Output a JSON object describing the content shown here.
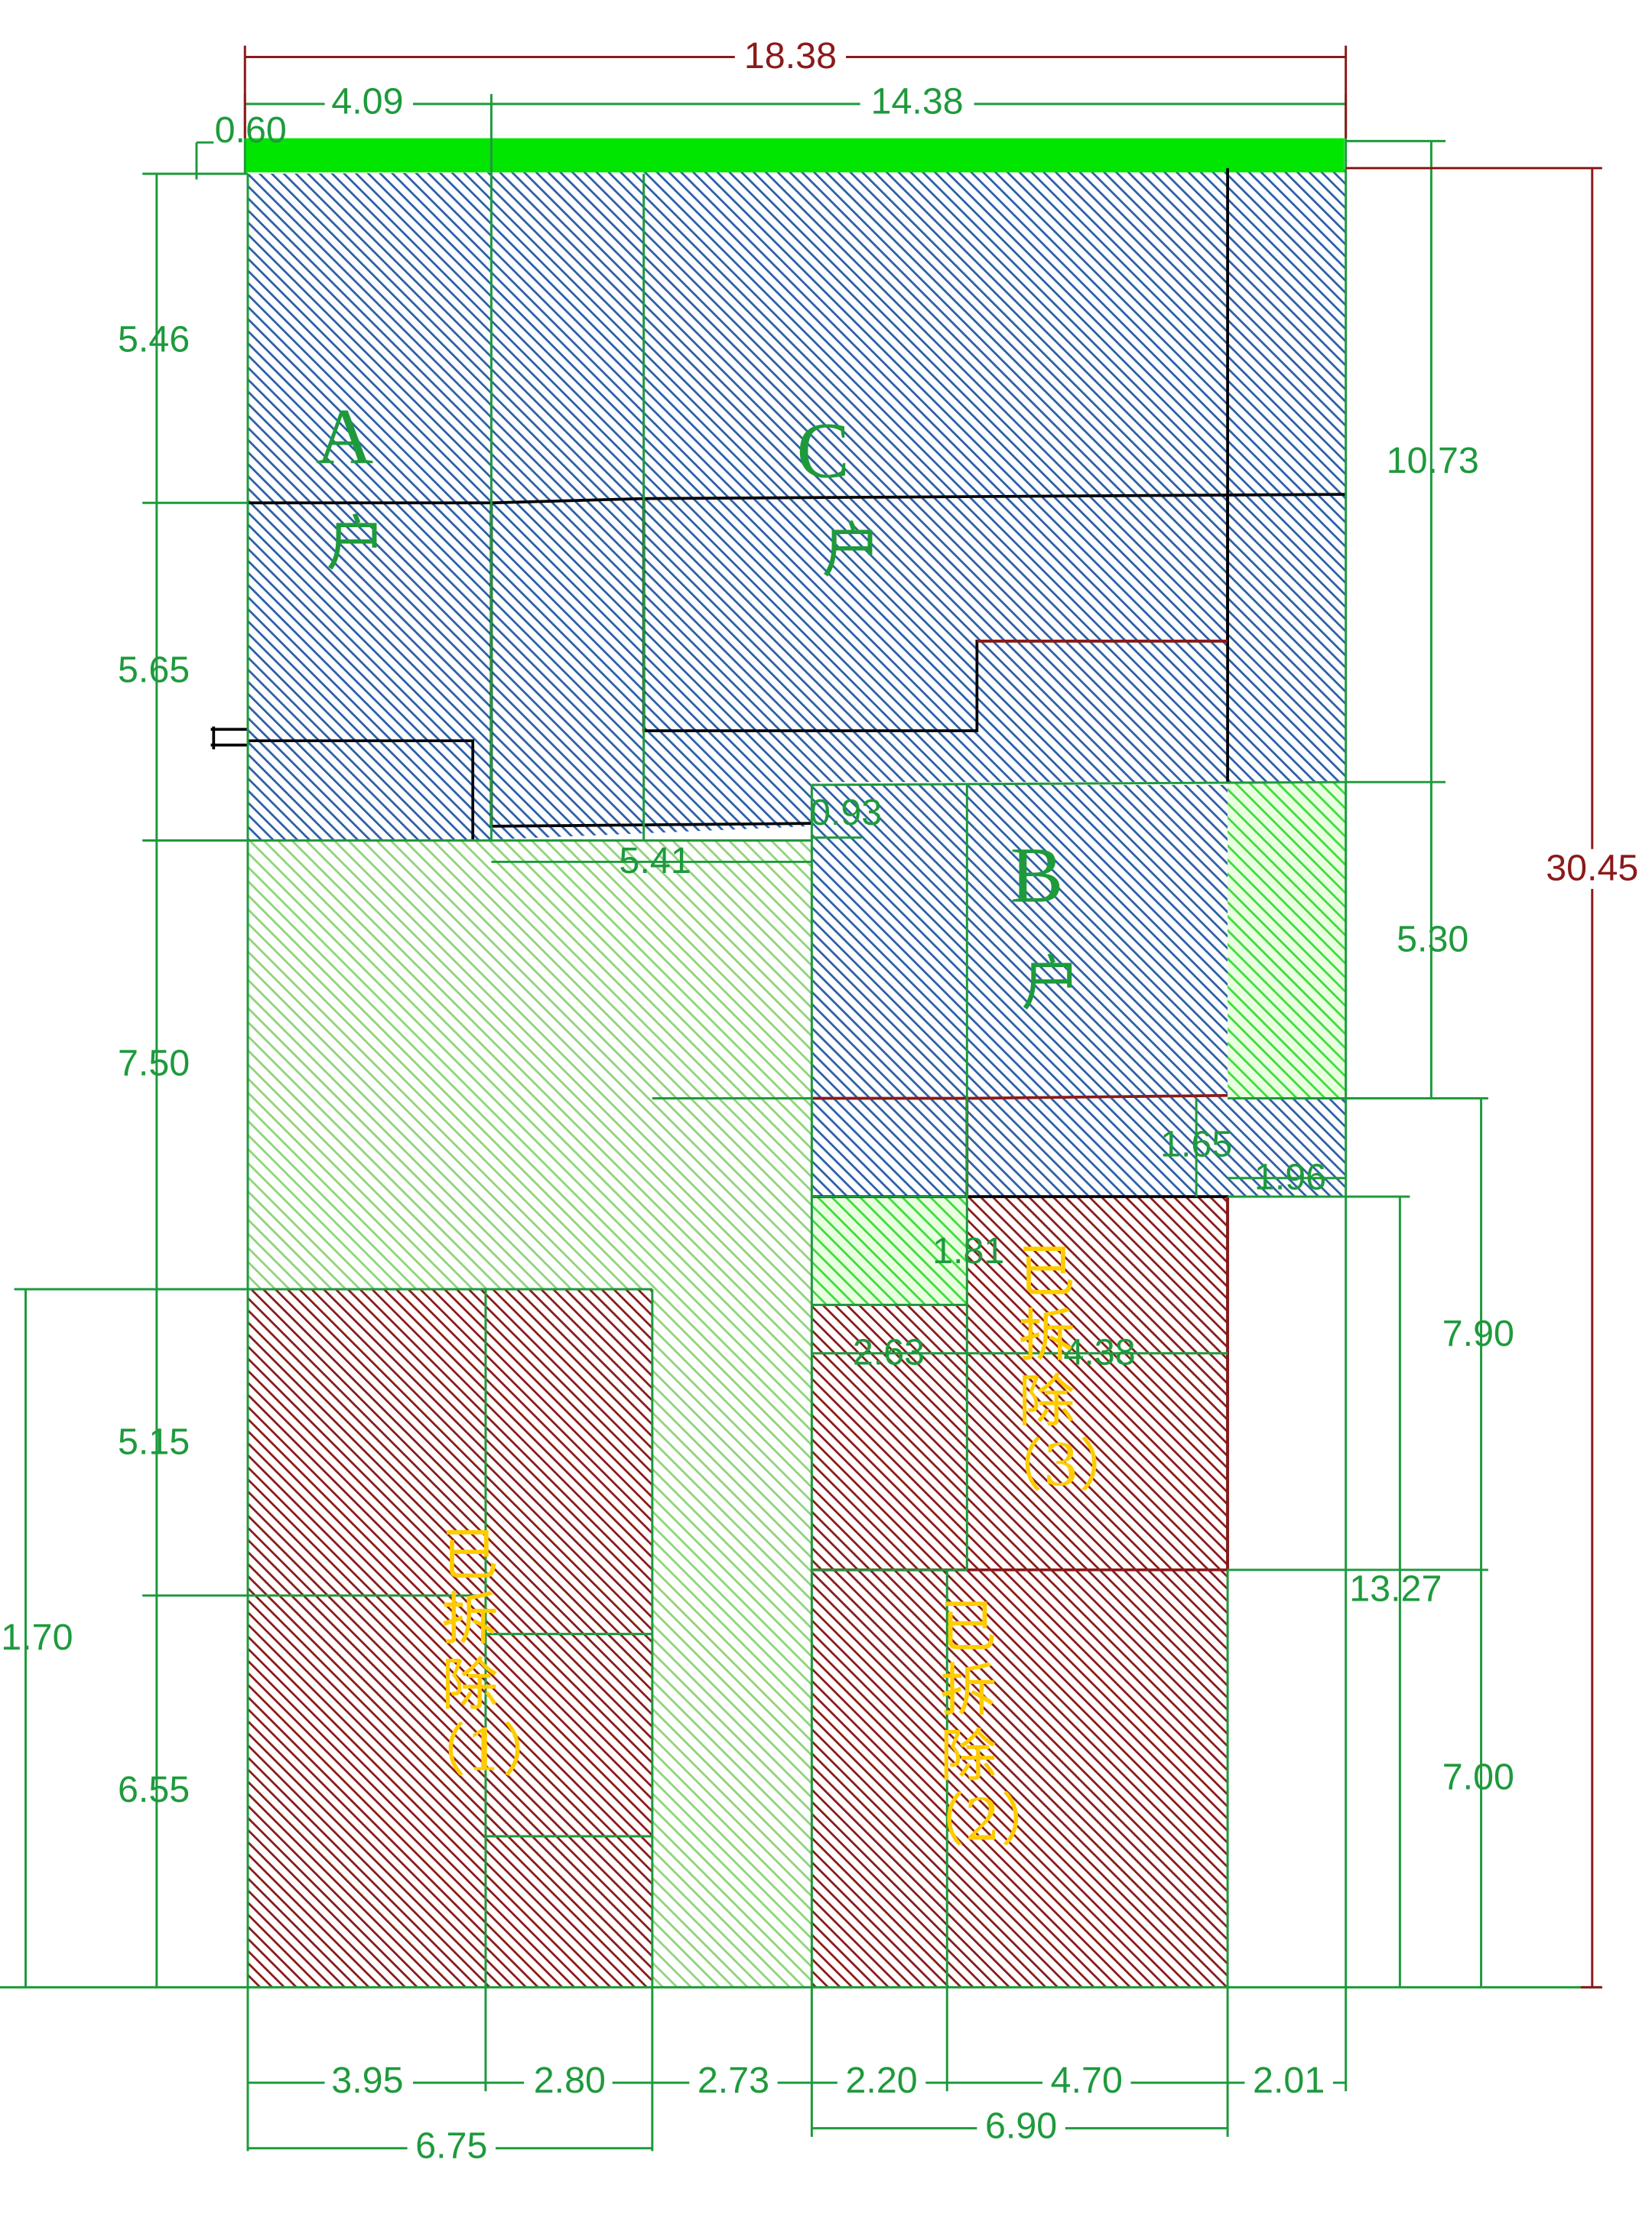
{
  "colors": {
    "blue_hatch": "#2e5fa8",
    "red_hatch": "#8b1a1a",
    "green_hatch": "#3fbf3f",
    "light_green_hatch": "#8fd47a",
    "bright_green": "#00e600",
    "dim_green": "#1e9a3c",
    "dim_red": "#8b1a1a",
    "label_yellow": "#ffcc00",
    "outline": "#000000"
  },
  "dimensions": {
    "top_total": "18.38",
    "top_left": "4.09",
    "top_right": "14.38",
    "top_small": "0.60",
    "right_total": "30.45",
    "right_upper": "10.73",
    "right_mid": "5.30",
    "right_lower1": "7.90",
    "right_lower2": "7.00",
    "right_lower_total": "13.27",
    "left_1": "5.46",
    "left_2": "5.65",
    "left_3": "7.50",
    "left_4": "5.15",
    "left_5": "6.55",
    "left_outer": "1.70",
    "inner_541": "5.41",
    "inner_093": "0.93",
    "inner_165": "1.65",
    "inner_196": "1.96",
    "inner_181": "1.81",
    "inner_263": "2.63",
    "inner_438": "4.38",
    "bottom_395": "3.95",
    "bottom_280": "2.80",
    "bottom_273": "2.73",
    "bottom_220": "2.20",
    "bottom_470": "4.70",
    "bottom_201": "2.01",
    "bottom_675": "6.75",
    "bottom_690": "6.90"
  },
  "labels": {
    "room_a_letter": "A",
    "room_a_char": "户",
    "room_c_letter": "C",
    "room_c_char": "户",
    "room_b_letter": "B",
    "room_b_char": "户",
    "demolished_1": [
      "已",
      "拆",
      "除",
      "（1）"
    ],
    "demolished_2": [
      "已",
      "拆",
      "除",
      "（2）"
    ],
    "demolished_3": [
      "已",
      "拆",
      "除",
      "（3）"
    ]
  }
}
